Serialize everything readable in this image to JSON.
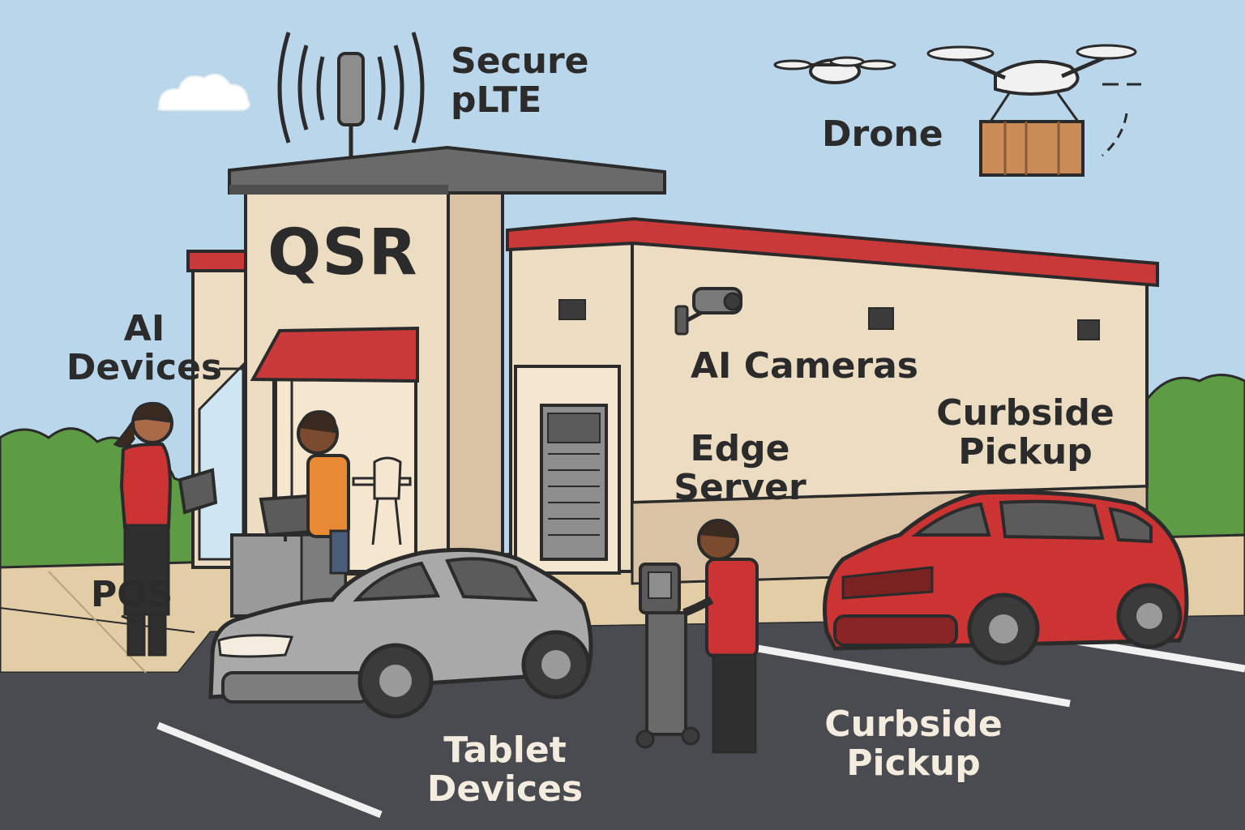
{
  "labels": {
    "qsr": "QSR",
    "secure_plte_line1": "Secure",
    "secure_plte_line2": "pLTE",
    "drone": "Drone",
    "ai_devices_line1": "AI",
    "ai_devices_line2": "Devices",
    "ai_cameras": "AI Cameras",
    "edge_server_line1": "Edge",
    "edge_server_line2": "Server",
    "curbside_top_line1": "Curbside",
    "curbside_top_line2": "Pickup",
    "pos": "POS",
    "tablet_line1": "Tablet",
    "tablet_line2": "Devices",
    "curbside_bottom_line1": "Curbside",
    "curbside_bottom_line2": "Pickup"
  },
  "colors": {
    "sky": "#b9d6ea",
    "building_wall": "#ecdcc2",
    "building_shade": "#d9c3a4",
    "roof_red": "#c9393a",
    "roof_dark": "#5a5a5a",
    "parking_lot": "#4a4b50",
    "red_car": "#cc3434",
    "gray_car": "#a9a9a9",
    "shrub_green": "#5d9b45",
    "outline": "#2b2b2b"
  }
}
